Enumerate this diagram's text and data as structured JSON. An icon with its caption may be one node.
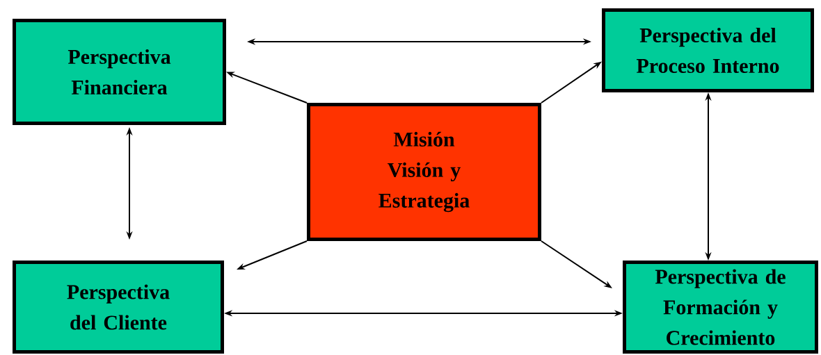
{
  "diagram": {
    "nodes": [
      {
        "text": [
          "Perspectiva Financiera"
        ]
      },
      {
        "text": [
          "Perspectiva del Proceso Interno"
        ]
      },
      {
        "text": [
          "Misión Visión y Estrategia"
        ]
      },
      {
        "text": [
          "Perspectiva del Cliente"
        ]
      },
      {
        "text": [
          "Perspectiva de Formación y Crecimiento"
        ]
      }
    ],
    "edges": [
      {
        "from": 0,
        "to": 1,
        "arrow": "both"
      },
      {
        "from": 2,
        "to": 0,
        "arrow": "to"
      },
      {
        "from": 2,
        "to": 1,
        "arrow": "to"
      },
      {
        "from": 0,
        "to": 3,
        "arrow": "both"
      },
      {
        "from": 1,
        "to": 4,
        "arrow": "both"
      },
      {
        "from": 2,
        "to": 3,
        "arrow": "to"
      },
      {
        "from": 2,
        "to": 4,
        "arrow": "to"
      },
      {
        "from": 3,
        "to": 4,
        "arrow": "both"
      }
    ]
  }
}
